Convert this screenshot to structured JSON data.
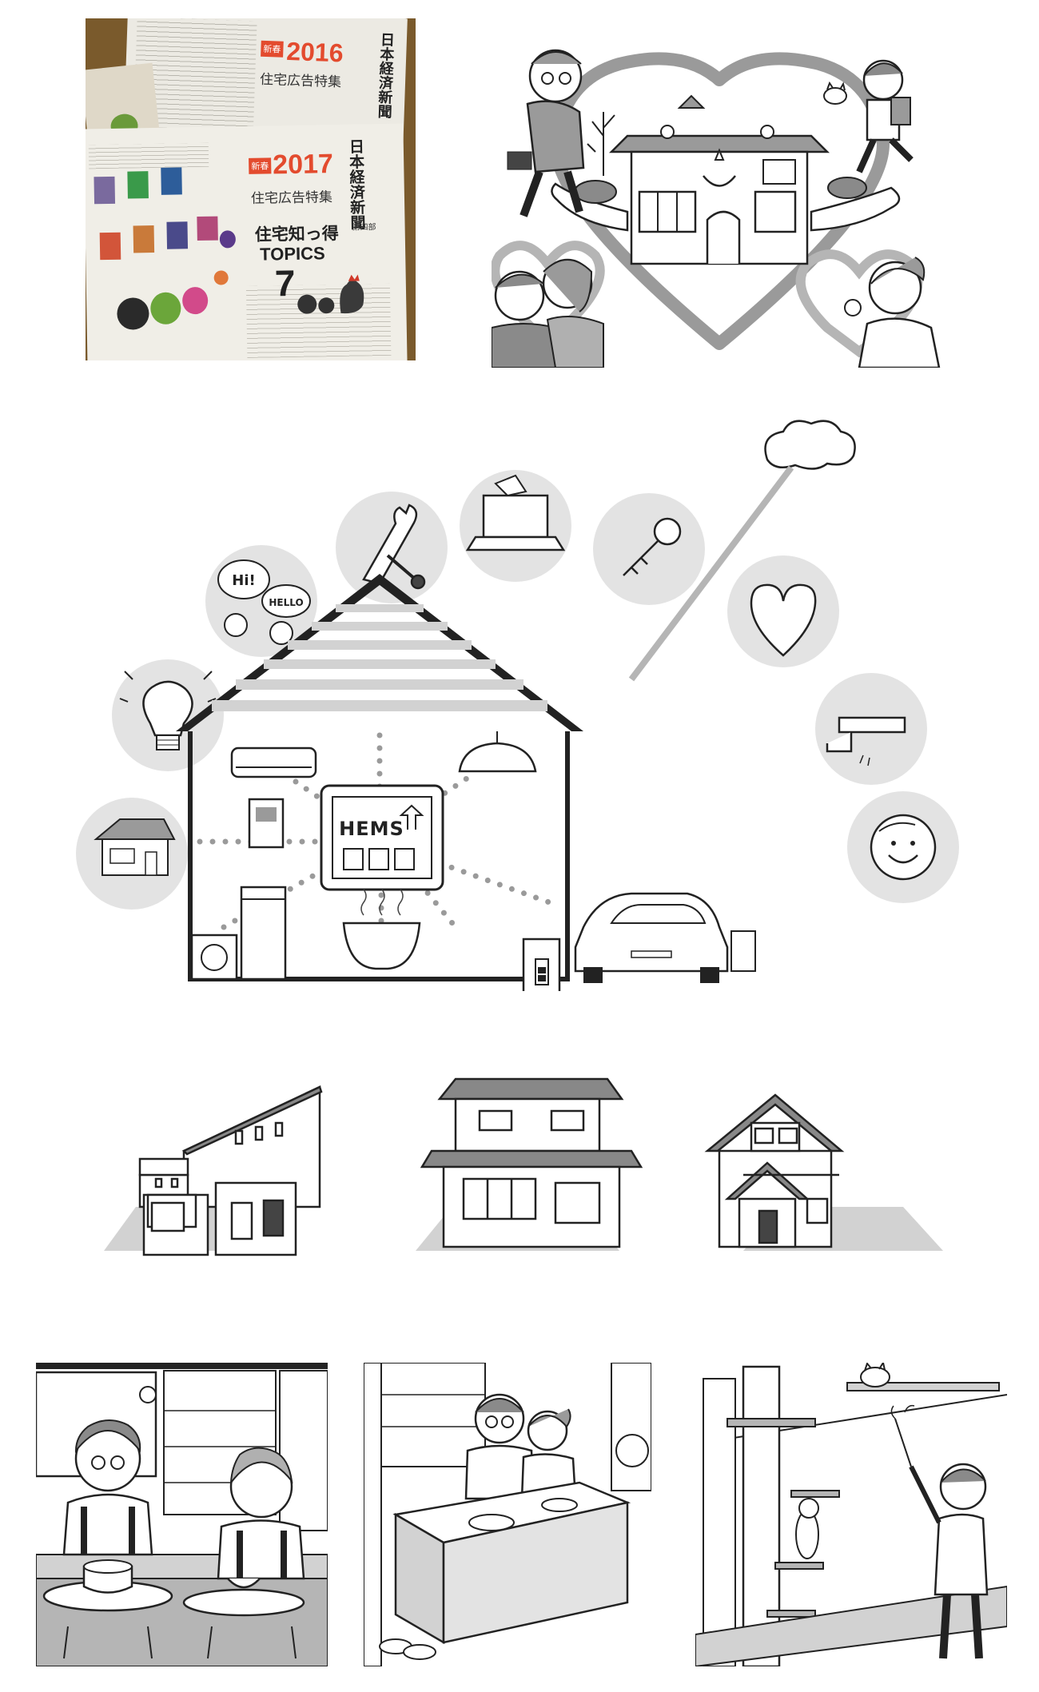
{
  "newspaper": {
    "paper_name": "日本経済新聞",
    "back_issue": {
      "year": "2016",
      "title": "住宅広告特集",
      "tag": "新春"
    },
    "front_issue": {
      "year": "2017",
      "title": "住宅広告特集",
      "tag": "新春",
      "section": "第四部"
    },
    "headline": "住宅知っ得",
    "topics_word": "TOPICS",
    "topics_number": "7"
  },
  "hems": {
    "controller_label": "HEMS",
    "bubble_hi": "Hi!",
    "bubble_hello": "HELLO"
  },
  "colors": {
    "ink": "#222222",
    "mid_gray": "#8a8a8a",
    "light_gray": "#d2d2d2",
    "circle_gray": "#e3e3e3",
    "dot_gray": "#9a9a9a"
  }
}
